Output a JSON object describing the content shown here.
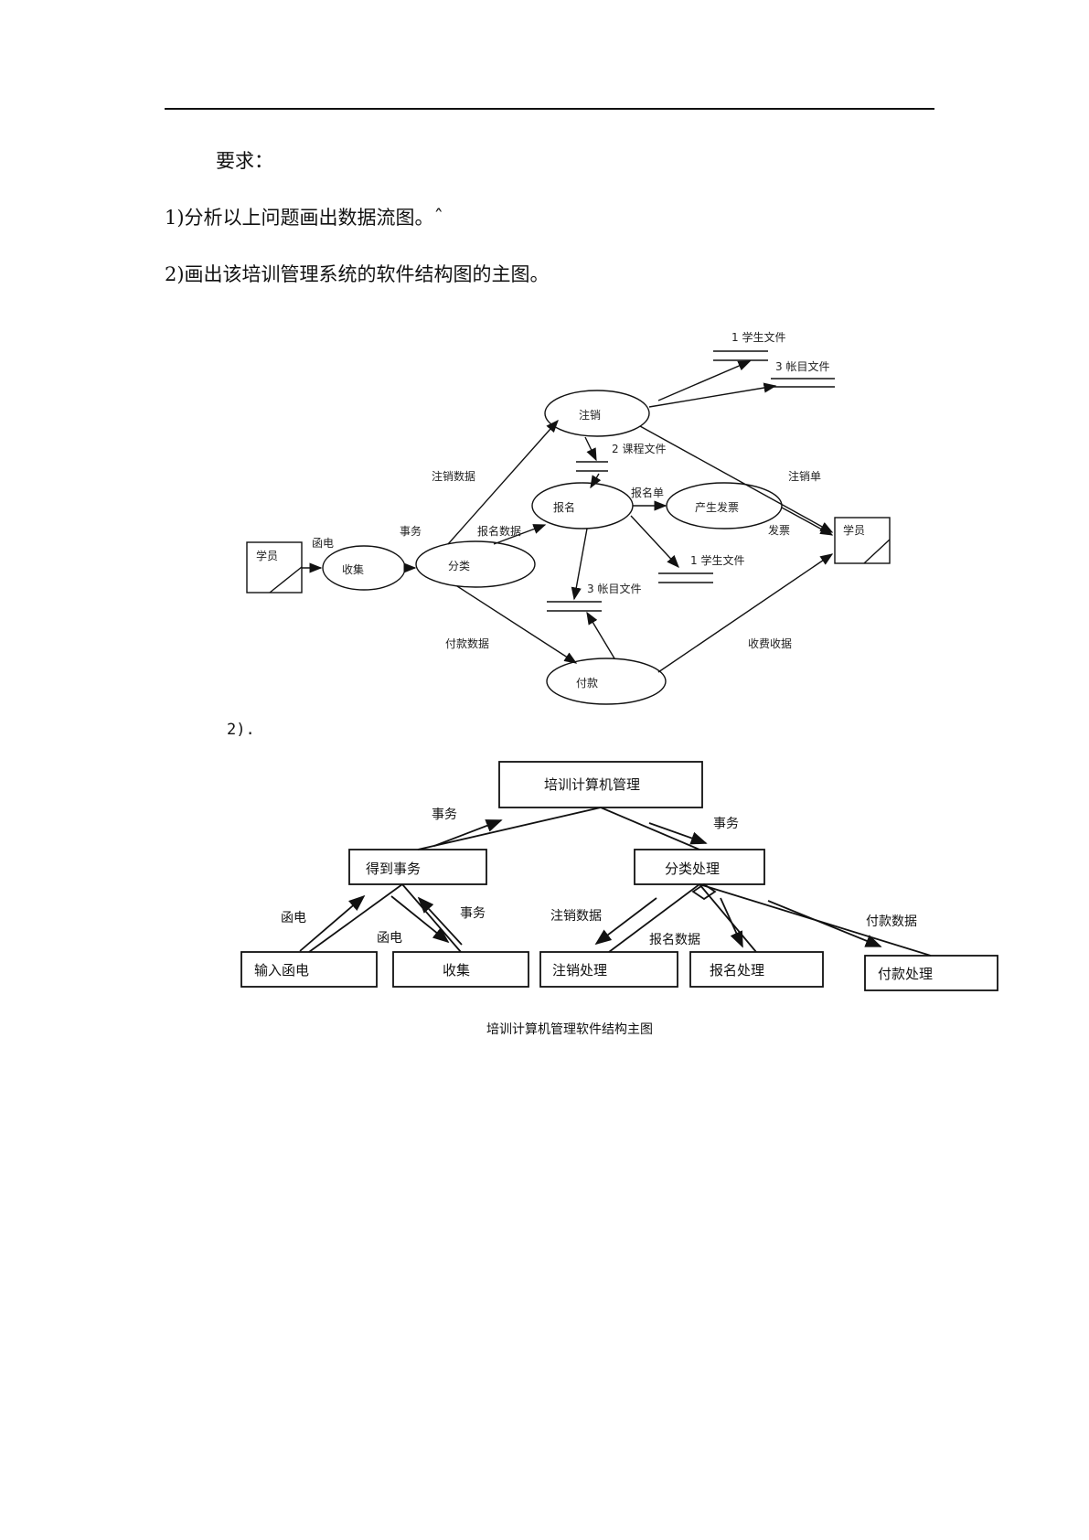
{
  "text": {
    "requirements": "要求：",
    "item1": "1)分析以上问题画出数据流图。ˆ",
    "item2": "2)画出该培训管理系统的软件结构图的主图。",
    "label2": "2)."
  },
  "dfd": {
    "entity_left": "学员",
    "entity_right": "学员",
    "processes": {
      "collect": "收集",
      "classify": "分类",
      "cancel": "注销",
      "register": "报名",
      "invoice": "产生发票",
      "payment": "付款"
    },
    "stores": {
      "student_top": "1 学生文件",
      "account_top": "3 帐目文件",
      "course": "2 课程文件",
      "student_mid": "1 学生文件",
      "account_mid": "3 帐目文件"
    },
    "flows": {
      "letter": "函电",
      "transaction": "事务",
      "cancel_data": "注销数据",
      "register_data": "报名数据",
      "register_form": "报名单",
      "cancel_form": "注销单",
      "invoice": "发票",
      "payment_data": "付款数据",
      "receipt": "收费收据"
    }
  },
  "structure": {
    "root": "培训计算机管理",
    "get_transaction": "得到事务",
    "classify": "分类处理",
    "input_letter": "输入函电",
    "collect": "收集",
    "cancel_proc": "注销处理",
    "register_proc": "报名处理",
    "payment_proc": "付款处理",
    "flow_transaction_left": "事务",
    "flow_transaction_right": "事务",
    "flow_letter_up": "函电",
    "flow_letter_down": "函电",
    "flow_transaction_up": "事务",
    "flow_cancel_data": "注销数据",
    "flow_register_data": "报名数据",
    "flow_payment_data": "付款数据",
    "caption": "培训计算机管理软件结构主图"
  }
}
